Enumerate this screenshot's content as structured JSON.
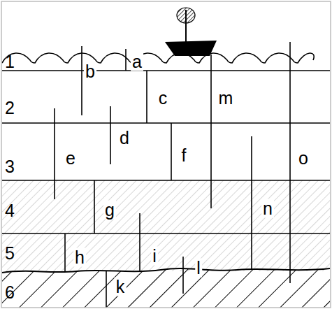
{
  "diagram": {
    "labels": [
      "1",
      "a",
      "b",
      "2",
      "c",
      "m",
      "d",
      "3",
      "e",
      "f",
      "o",
      "4",
      "g",
      "n",
      "5",
      "h",
      "i",
      "l",
      "6",
      "k"
    ]
  }
}
